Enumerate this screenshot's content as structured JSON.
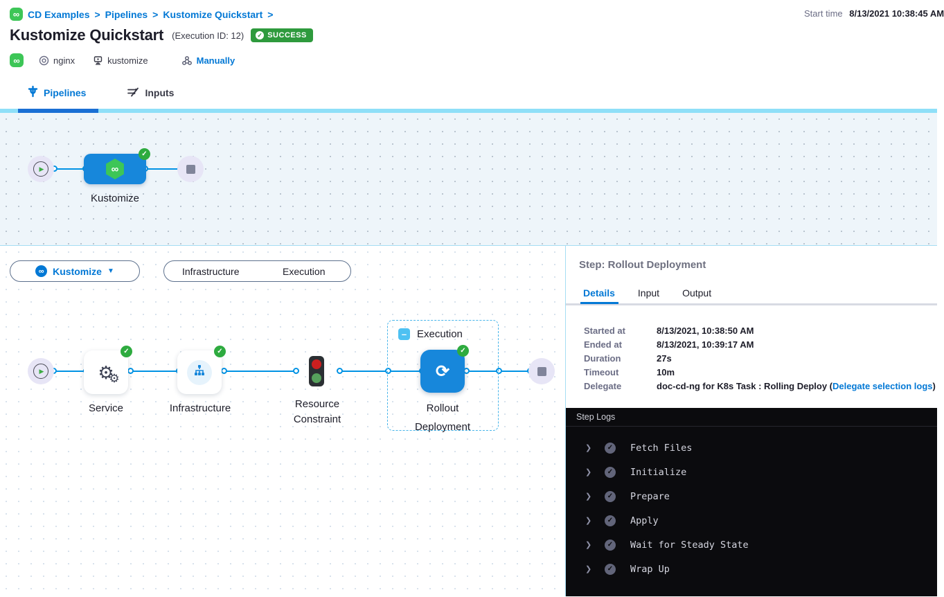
{
  "header": {
    "breadcrumb": [
      "CD Examples",
      "Pipelines",
      "Kustomize Quickstart"
    ],
    "breadcrumb_sep": ">",
    "title": "Kustomize Quickstart",
    "execution_id": "(Execution ID: 12)",
    "status": "SUCCESS",
    "service": "nginx",
    "environment": "kustomize",
    "trigger": "Manually",
    "start_time_label": "Start time",
    "start_time_value": "8/13/2021 10:38:45 AM",
    "cd_icon_glyph": "∞",
    "check_glyph": "✓"
  },
  "tabs": {
    "pipelines": "Pipelines",
    "inputs": "Inputs"
  },
  "top_graph": {
    "stage_label": "Kustomize",
    "play_glyph": "▶",
    "cd_icon_glyph": "∞",
    "check_glyph": "✓"
  },
  "stage_bar": {
    "selected_stage": "Kustomize",
    "caret_glyph": "▼",
    "toggle_infrastructure": "Infrastructure",
    "toggle_execution": "Execution"
  },
  "graph": {
    "play_glyph": "▶",
    "check_glyph": "✓",
    "step_service": "Service",
    "step_infrastructure": "Infrastructure",
    "rc_line1": "Resource",
    "rc_line2": "Constraint",
    "execution_group": "Execution",
    "minus_glyph": "–",
    "rollout_glyph": "⟳",
    "rollout_line1": "Rollout",
    "rollout_line2": "Deployment"
  },
  "step_panel": {
    "title": "Step: Rollout Deployment",
    "tab_details": "Details",
    "tab_input": "Input",
    "tab_output": "Output",
    "details": [
      {
        "label": "Started at",
        "value": "8/13/2021, 10:38:50 AM"
      },
      {
        "label": "Ended at",
        "value": "8/13/2021, 10:39:17 AM"
      },
      {
        "label": "Duration",
        "value": "27s"
      },
      {
        "label": "Timeout",
        "value": "10m"
      },
      {
        "label": "Delegate",
        "value": "doc-cd-ng for K8s Task : Rolling Deploy (",
        "link": "Delegate selection logs",
        "suffix": ")"
      }
    ],
    "logs": {
      "title": "Step Logs",
      "chevron_glyph": "❯",
      "check_glyph": "✓",
      "entries": [
        "Fetch Files",
        "Initialize",
        "Prepare",
        "Apply",
        "Wait for Steady State",
        "Wrap Up"
      ]
    }
  },
  "colors": {
    "accent_blue": "#0278d5",
    "edge_blue": "#0092e4",
    "node_blue": "#1787db",
    "success_green": "#2e9a3d",
    "badge_green": "#2eab3f",
    "cd_green": "#3dc657",
    "log_bg": "#0b0b0e"
  }
}
